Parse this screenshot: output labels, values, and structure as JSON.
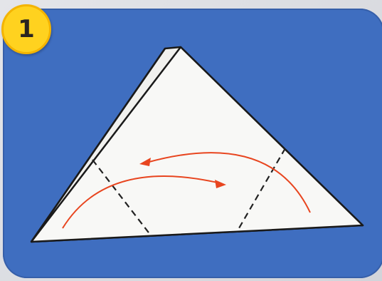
{
  "step": {
    "number": "1"
  },
  "colors": {
    "card_background": "#3f6ec0",
    "paper": "#f7f7f5",
    "arrow": "#e8451f",
    "fold_line": "#222222",
    "badge": "#ffd21f"
  },
  "diagram": {
    "description_icons": [
      "paper-triangle",
      "fold-line",
      "fold-arrow"
    ]
  }
}
